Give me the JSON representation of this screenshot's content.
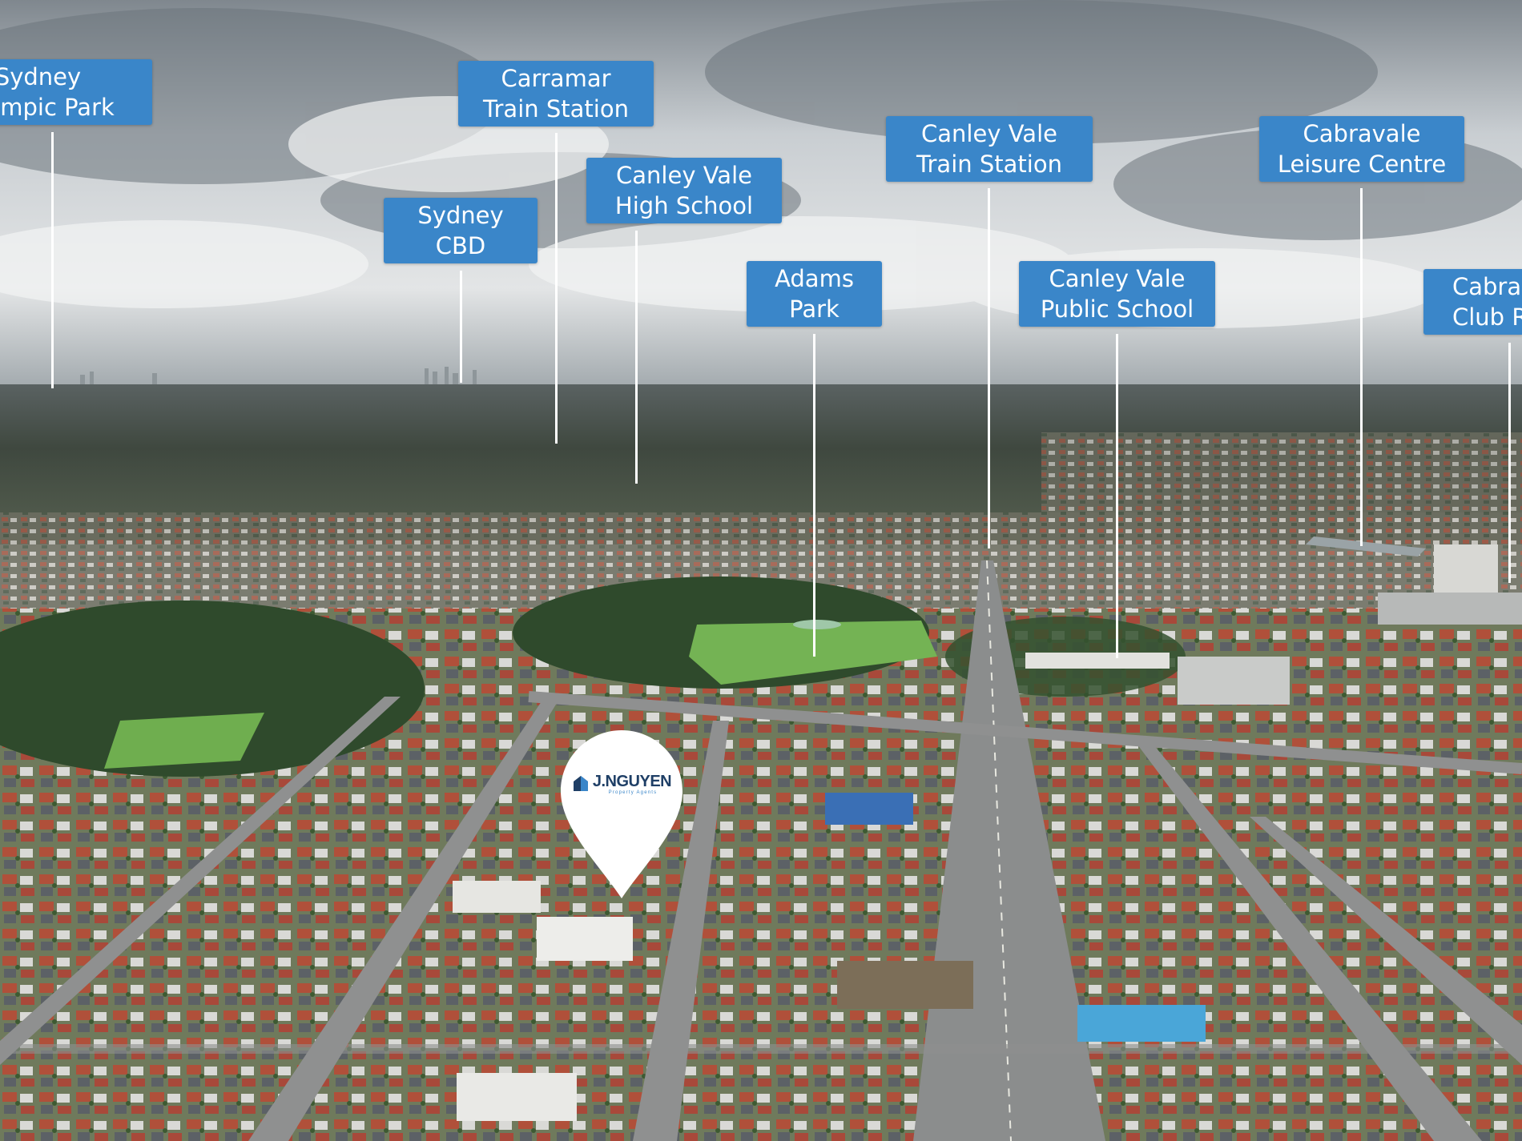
{
  "scene": {
    "colors": {
      "sky_top": "#8d959c",
      "sky_mid": "#d6dadd",
      "horizon": "#9aa3a8",
      "tree_far": "#3f4a3f",
      "tree_near": "#2f4a2c",
      "field": "#6fae4f",
      "roof_red": "#b0503a",
      "roof_grey": "#5c6166",
      "roof_light": "#d9d9d6",
      "road": "#8b8d8d"
    }
  },
  "landmarks": [
    {
      "id": "sydney-olympic-park",
      "line1": "Sydney",
      "line2": "Olympic Park"
    },
    {
      "id": "carramar-train-station",
      "line1": "Carramar",
      "line2": "Train Station"
    },
    {
      "id": "sydney-cbd",
      "line1": "Sydney",
      "line2": "CBD"
    },
    {
      "id": "canley-vale-high-school",
      "line1": "Canley Vale",
      "line2": "High School"
    },
    {
      "id": "adams-park",
      "line1": "Adams",
      "line2": "Park"
    },
    {
      "id": "canley-vale-train-station",
      "line1": "Canley Vale",
      "line2": "Train Station"
    },
    {
      "id": "canley-vale-public-school",
      "line1": "Canley Vale",
      "line2": "Public School"
    },
    {
      "id": "cabravale-leisure-centre",
      "line1": "Cabravale",
      "line2": "Leisure Centre"
    },
    {
      "id": "cabravale-club-resort",
      "line1": "Cabravale",
      "line2": "Club Resort"
    }
  ],
  "marker": {
    "brand_name": "J.NGUYEN",
    "brand_tagline": "Property Agents",
    "label_color": "#3a86c9",
    "brand_color": "#1f3f66"
  }
}
